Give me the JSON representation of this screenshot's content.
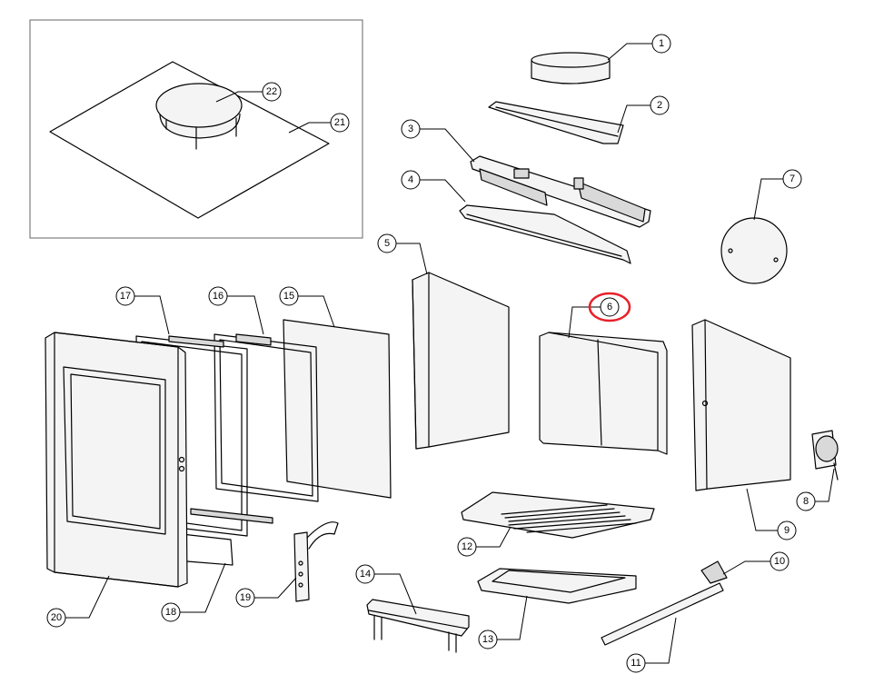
{
  "highlight_color": "#e8202a",
  "highlighted_callout": "6",
  "callouts": [
    {
      "id": "1",
      "label": "1"
    },
    {
      "id": "2",
      "label": "2"
    },
    {
      "id": "3",
      "label": "3"
    },
    {
      "id": "4",
      "label": "4"
    },
    {
      "id": "5",
      "label": "5"
    },
    {
      "id": "6",
      "label": "6"
    },
    {
      "id": "7",
      "label": "7"
    },
    {
      "id": "8",
      "label": "8"
    },
    {
      "id": "9",
      "label": "9"
    },
    {
      "id": "10",
      "label": "10"
    },
    {
      "id": "11",
      "label": "11"
    },
    {
      "id": "12",
      "label": "12"
    },
    {
      "id": "13",
      "label": "13"
    },
    {
      "id": "14",
      "label": "14"
    },
    {
      "id": "15",
      "label": "15"
    },
    {
      "id": "16",
      "label": "16"
    },
    {
      "id": "17",
      "label": "17"
    },
    {
      "id": "18",
      "label": "18"
    },
    {
      "id": "19",
      "label": "19"
    },
    {
      "id": "20",
      "label": "20"
    },
    {
      "id": "21",
      "label": "21"
    },
    {
      "id": "22",
      "label": "22"
    }
  ]
}
